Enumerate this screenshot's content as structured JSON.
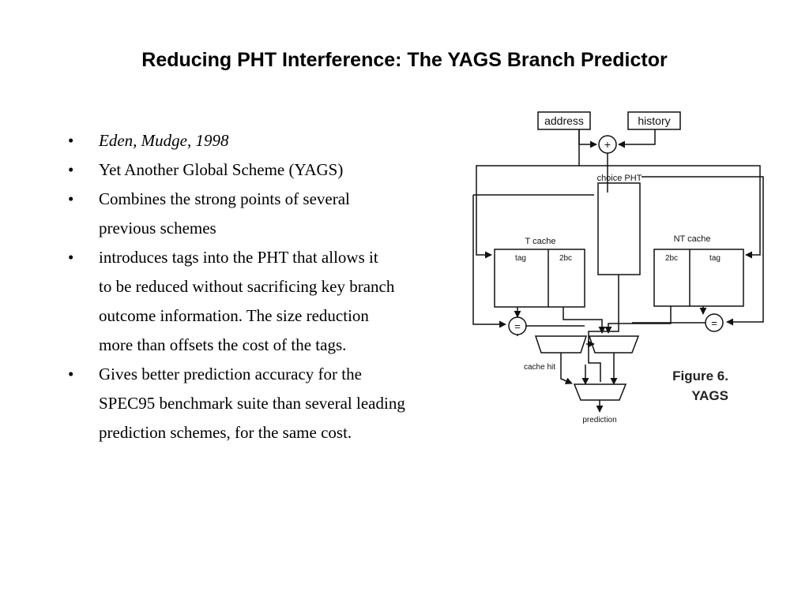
{
  "slide": {
    "title": "Reducing PHT Interference: The YAGS Branch Predictor",
    "bullet_glyph": "•",
    "bullets": [
      {
        "lines": [
          "Eden, Mudge, 1998"
        ],
        "italic": true
      },
      {
        "lines": [
          "Yet Another Global Scheme (YAGS)"
        ]
      },
      {
        "lines": [
          "Combines the strong points of several",
          "previous schemes"
        ]
      },
      {
        "lines": [
          "introduces tags into the PHT that allows it",
          "to be reduced without sacrificing key branch",
          "outcome information. The size reduction",
          "more than offsets the cost of the tags."
        ]
      },
      {
        "lines": [
          "Gives better prediction accuracy for the",
          "SPEC95 benchmark suite than several leading",
          "prediction schemes, for the same cost."
        ]
      }
    ]
  },
  "figure": {
    "address": "address",
    "history": "history",
    "xor": "+",
    "choice_pht": "choice PHT",
    "t_cache": "T cache",
    "nt_cache": "NT cache",
    "tag": "tag",
    "twobc": "2bc",
    "eq": "=",
    "cache_hit": "cache hit",
    "prediction": "prediction",
    "caption_line1": "Figure 6.",
    "caption_line2": "YAGS"
  }
}
